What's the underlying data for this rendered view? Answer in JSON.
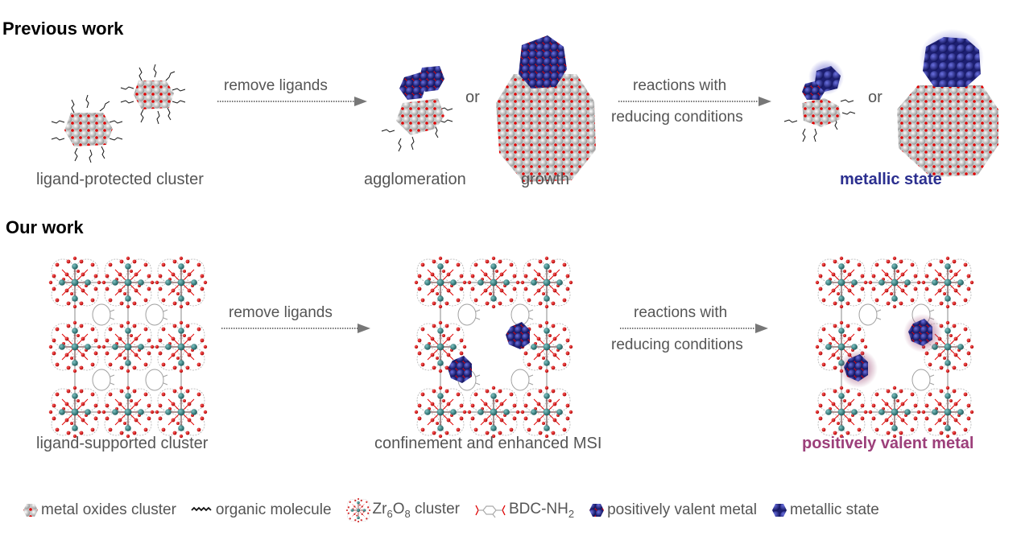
{
  "sections": {
    "previous": {
      "heading": "Previous work",
      "captions": {
        "ligand_protected": "ligand-protected cluster",
        "agglomeration": "agglomeration",
        "growth": "growth",
        "metallic_state": "metallic state"
      },
      "arrows": {
        "remove_ligands": "remove ligands",
        "reactions_line1": "reactions with",
        "reactions_line2": "reducing conditions"
      },
      "or_label": "or"
    },
    "ours": {
      "heading": "Our work",
      "captions": {
        "ligand_supported": "ligand-supported cluster",
        "confinement": "confinement and enhanced MSI",
        "positively_valent": "positively valent metal"
      },
      "arrows": {
        "remove_ligands": "remove ligands",
        "reactions_line1": "reactions with",
        "reactions_line2": "reducing conditions"
      }
    }
  },
  "legend": {
    "metal_oxides": "metal oxides cluster",
    "organic_molecule": "organic molecule",
    "zr_cluster_prefix": "Zr",
    "zr_cluster_sub1": "6",
    "zr_cluster_mid": "O",
    "zr_cluster_sub2": "8",
    "zr_cluster_suffix": " cluster",
    "bdc_prefix": "BDC-NH",
    "bdc_sub": "2",
    "positively_valent": "positively valent metal",
    "metallic_state": "metallic state"
  },
  "colors": {
    "oxide_red": "#e00000",
    "metal_white": "#d8d8d8",
    "metal_blue": "#2b2f8f",
    "zr_teal": "#3a8a8a",
    "metallic_caption": "#2b2f8f",
    "valent_caption": "#9c3f7a",
    "text_gray": "#555555"
  }
}
